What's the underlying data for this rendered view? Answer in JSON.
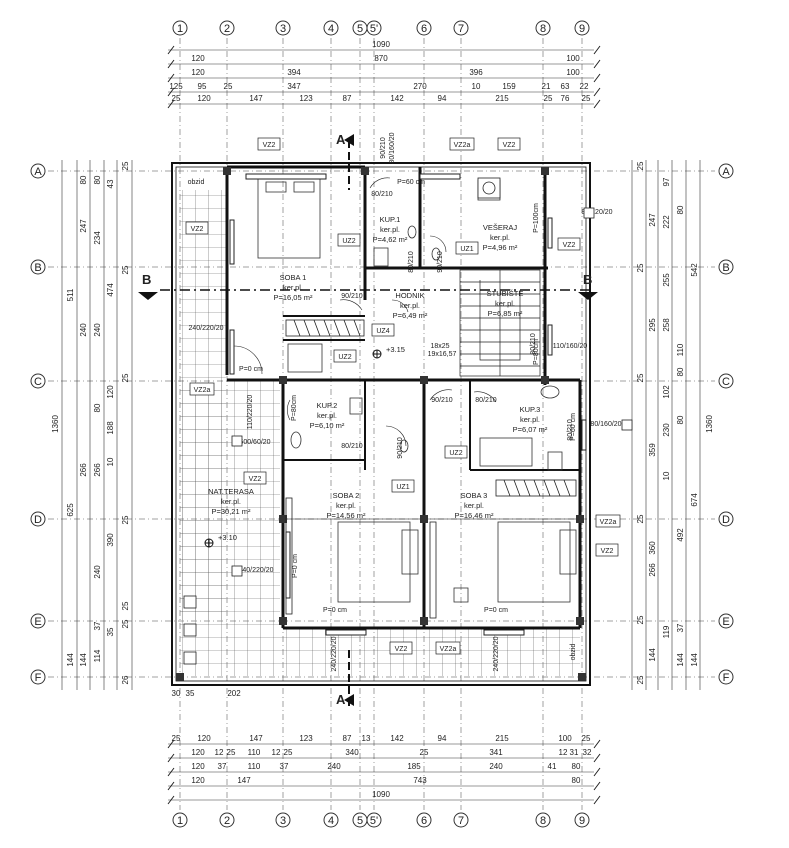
{
  "grid": {
    "columns": [
      "1",
      "2",
      "3",
      "4",
      "5",
      "5'",
      "6",
      "7",
      "8",
      "9"
    ],
    "rows": [
      "A",
      "B",
      "C",
      "D",
      "E",
      "F"
    ]
  },
  "dims_top": {
    "row1": [
      "1090"
    ],
    "row2": [
      "120",
      "870",
      "100"
    ],
    "row3": [
      "120",
      "394",
      "396",
      "100"
    ],
    "row4": [
      "125",
      "95",
      "25",
      "347",
      "270",
      "10",
      "159",
      "21",
      "63",
      "22"
    ],
    "row5": [
      "25",
      "120",
      "147",
      "123",
      "87",
      "142",
      "94",
      "215",
      "25",
      "76",
      "25"
    ]
  },
  "dims_bottom": {
    "row1": [
      "25",
      "120",
      "147",
      "123",
      "87",
      "13",
      "142",
      "94",
      "215",
      "100",
      "25"
    ],
    "row2": [
      "120",
      "12",
      "25",
      "110",
      "12",
      "25",
      "340",
      "25",
      "341",
      "12",
      "31",
      "32"
    ],
    "row3": [
      "120",
      "37",
      "110",
      "37",
      "240",
      "185",
      "240",
      "41",
      "80"
    ],
    "row4": [
      "120",
      "147",
      "743",
      "80"
    ],
    "row5": [
      "1090"
    ]
  },
  "dims_left": {
    "c1": [
      "1360"
    ],
    "c2": [
      "511",
      "625",
      "144"
    ],
    "c3": [
      "80",
      "247",
      "240",
      "266",
      "144"
    ],
    "c4": [
      "80",
      "234",
      "240",
      "80",
      "266",
      "240",
      "37",
      "114"
    ],
    "c5": [
      "43",
      "474",
      "120",
      "188",
      "10",
      "390",
      "35"
    ],
    "c6": [
      "25",
      "25",
      "25",
      "25",
      "25",
      "25",
      "26"
    ]
  },
  "dims_right": {
    "c1": [
      "1360"
    ],
    "c2": [
      "542",
      "674"
    ],
    "c3": [
      "247",
      "295",
      "359",
      "266",
      "144"
    ],
    "c4": [
      "97",
      "222",
      "255",
      "258",
      "102",
      "230",
      "10",
      "492",
      "119",
      "144"
    ],
    "c5": [
      "80",
      "80",
      "110",
      "80",
      "360",
      "37",
      "144"
    ],
    "c6": [
      "25",
      "25",
      "25",
      "25",
      "25",
      "25"
    ]
  },
  "dims_misc": [
    "30",
    "35",
    "202"
  ],
  "rooms": [
    {
      "name": "SOBA 1",
      "floor": "ker.pl.",
      "area": "P=16,05 m²"
    },
    {
      "name": "KUP.1",
      "floor": "ker.pl.",
      "area": "P=4,62 m²"
    },
    {
      "name": "VEŠERAJ",
      "floor": "ker.pl.",
      "area": "P=4,96 m²"
    },
    {
      "name": "HODNIK",
      "floor": "ker.pl.",
      "area": "P=6,49 m²"
    },
    {
      "name": "STUBIŠTE",
      "floor": "ker.pl.",
      "area": "P=6,85 m²"
    },
    {
      "name": "KUP.2",
      "floor": "ker.pl.",
      "area": "P=6,10 m²"
    },
    {
      "name": "KUP.3",
      "floor": "ker.pl.",
      "area": "P=6,07 m²"
    },
    {
      "name": "NAT.TERASA",
      "floor": "ker.pl.",
      "area": "P=30,21 m²"
    },
    {
      "name": "SOBA 2",
      "floor": "ker.pl.",
      "area": "P=14,56 m²"
    },
    {
      "name": "SOBA 3",
      "floor": "ker.pl.",
      "area": "P=16,46 m²"
    }
  ],
  "tags": {
    "vz2": "VZ2",
    "vz2a": "VZ2a",
    "uz1": "UZ1",
    "uz2": "UZ2",
    "uz4": "UZ4",
    "obzid": "obzid",
    "p0": "P=0 cm",
    "p80": "P=80cm",
    "p60": "P=60 cm",
    "p100": "P=100cm",
    "stair": "18x25",
    "stair2": "19x16,57"
  },
  "openings": [
    "80/210",
    "90/210",
    "90/210",
    "90/210",
    "80/210",
    "80/210",
    "90/210",
    "90/210",
    "80/210",
    "80/210",
    "80/210",
    "240/220/20",
    "110/160/20",
    "80/160/20",
    "110/220/20",
    "600/60/20",
    "240/220/20",
    "80/120/20",
    "240/220/20",
    "240/220/20",
    "80/160/20"
  ],
  "levels": {
    "upper": "+3.15",
    "terrace": "+3.10"
  },
  "sections": {
    "a": "A",
    "b": "B"
  }
}
